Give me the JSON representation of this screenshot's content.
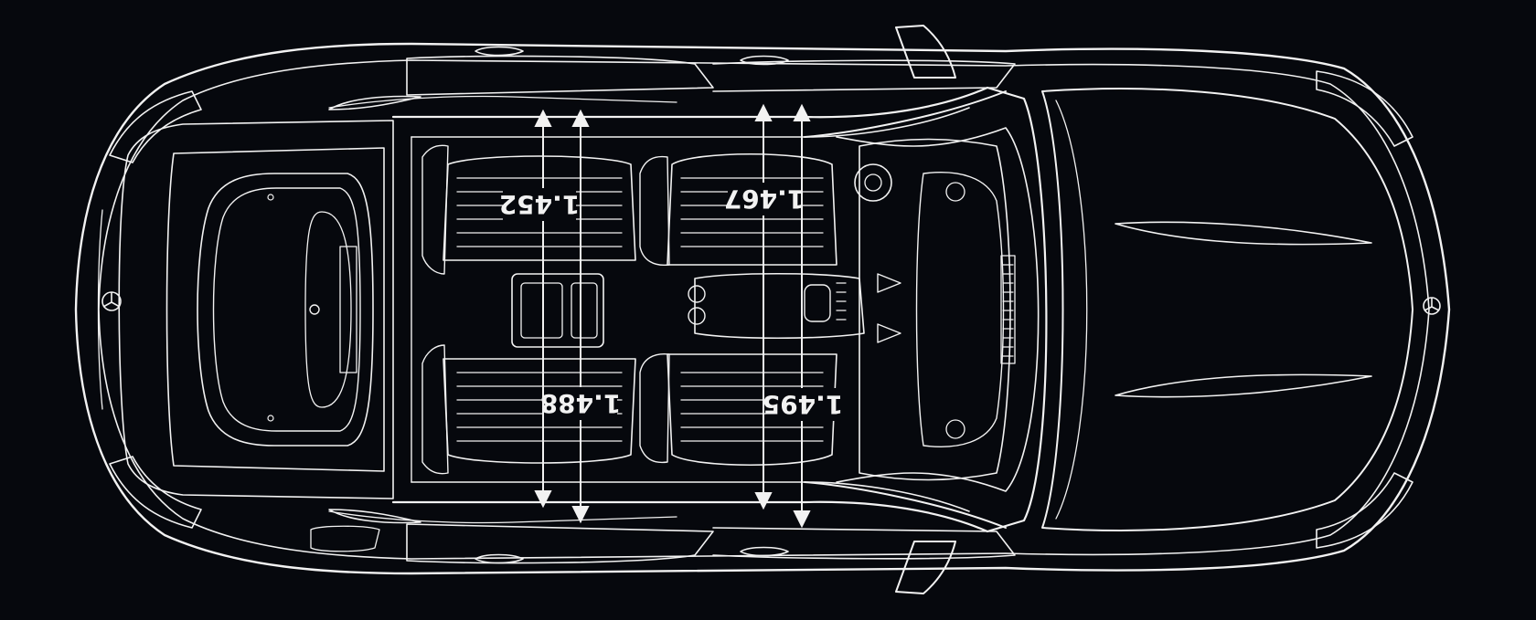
{
  "diagram": {
    "subject": "Car top-view interior width diagram",
    "colors": {
      "background": "#06080d",
      "line": "#f2f2f2",
      "label_bg": "#06080d"
    },
    "dimensions": [
      {
        "id": "rear-shoulder-width",
        "value": "1.452"
      },
      {
        "id": "front-shoulder-width",
        "value": "1.467"
      },
      {
        "id": "rear-elbow-width",
        "value": "1.488"
      },
      {
        "id": "front-elbow-width",
        "value": "1.495"
      }
    ],
    "icons": [
      "car-top-view-drawing",
      "star-emblem-icon",
      "side-mirror-icon",
      "dimension-arrow-icon"
    ]
  }
}
